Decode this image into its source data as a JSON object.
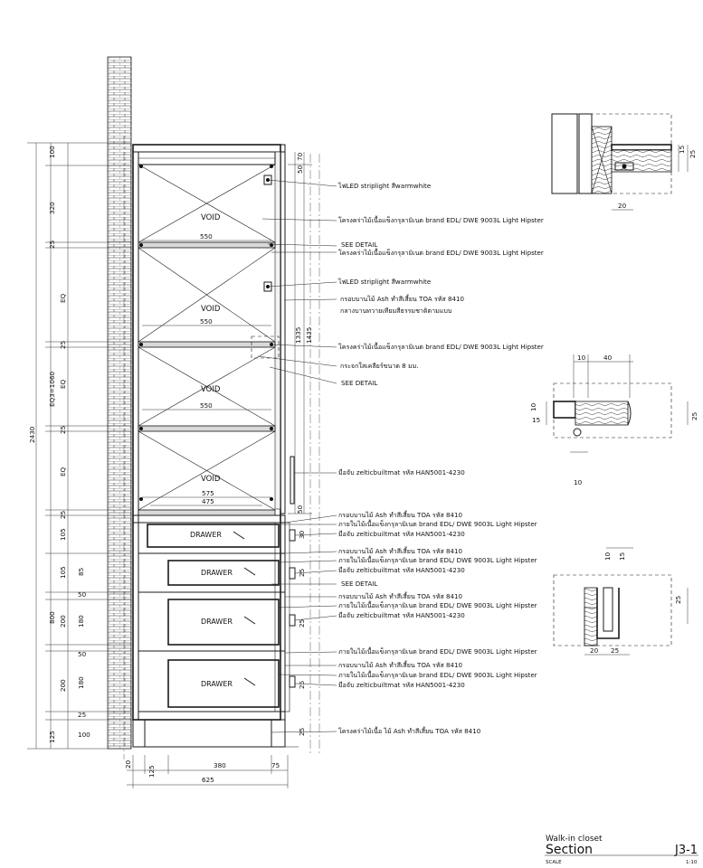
{
  "title_block": {
    "project": "Walk-in closet",
    "title": "Section",
    "sheet": "J3-1",
    "scale_label": "SCALE",
    "scale": "1:10"
  },
  "labels": {
    "void": "VOID",
    "drawer": "DRAWER"
  },
  "notes": [
    "ไฟLED striplight  สีwarmwhite",
    "โครงคร่าไม้เนื้อแข็งกรุลามิเนต brand EDL/ DWE 9003L Light Hipster",
    "SEE DETAIL",
    "โครงคร่าไม้เนื้อแข็งกรุลามิเนต brand EDL/ DWE 9003L Light Hipster",
    "ไฟLED striplight  สีwarmwhite",
    "กรอบบานไม้ Ash ทำสีเสี้ยน TOA รหัส 8410",
    "กลางบานทวายเทียมสีธรรมชาติตามแบบ",
    "โครงคร่าไม้เนื้อแข็งกรุลามิเนต brand EDL/ DWE 9003L Light Hipster",
    "กระจกใสเคลียร์ขนาด 8 มม.",
    "SEE DETAIL",
    "มือจับ zelticbuiltmat รหัส HAN5001-4230",
    "กรอบบานไม้ Ash ทำสีเสี้ยน TOA รหัส 8410",
    "ภายในไม้เนื้อแข็งกรุลามิเนต brand EDL/ DWE 9003L Light Hipster",
    "มือจับ zelticbuiltmat รหัส HAN5001-4230",
    "กรอบบานไม้ Ash ทำสีเสี้ยน TOA รหัส 8410",
    "ภายในไม้เนื้อแข็งกรุลามิเนต brand EDL/ DWE 9003L Light Hipster",
    "มือจับ zelticbuiltmat รหัส HAN5001-4230",
    "SEE DETAIL",
    "กรอบบานไม้ Ash ทำสีเสี้ยน TOA รหัส 8410",
    "ภายในไม้เนื้อแข็งกรุลามิเนต brand EDL/ DWE 9003L Light Hipster",
    "มือจับ zelticbuiltmat รหัส HAN5001-4230",
    "ภายในไม้เนื้อแข็งกรุลามิเนต brand EDL/ DWE 9003L Light Hipster",
    "กรอบบานไม้ Ash ทำสีเสี้ยน TOA รหัส 8410",
    "ภายในไม้เนื้อแข็งกรุลามิเนต brand EDL/ DWE 9003L Light Hipster",
    "มือจับ zelticbuiltmat รหัส HAN5001-4230",
    "โครงคร่าไม้เนื้อ ไม้ Ash ทำสีเสี้ยน TOA รหัส 8410"
  ],
  "dims_left_inner": [
    "100",
    "320",
    "25",
    "EQ",
    "25",
    "EQ",
    "25",
    "EQ",
    "25",
    "105",
    "105",
    "85",
    "50",
    "200",
    "180",
    "50",
    "200",
    "180",
    "25",
    "100"
  ],
  "dims_left_outer": [
    "EQ3=1060",
    "800",
    "125"
  ],
  "dim_total": "2430",
  "dims_right": [
    "70",
    "50",
    "1335",
    "1435",
    "50",
    "30",
    "25",
    "25",
    "25",
    "25"
  ],
  "dims_internal": [
    "550",
    "550",
    "550",
    "575",
    "475"
  ],
  "dims_bottom": [
    "20",
    "125",
    "380",
    "75",
    "625"
  ],
  "detail_top": [
    "15",
    "25",
    "20"
  ],
  "detail_mid": [
    "10",
    "40",
    "10",
    "15",
    "25",
    "10"
  ],
  "detail_bot": [
    "10",
    "15",
    "25",
    "20",
    "25"
  ]
}
